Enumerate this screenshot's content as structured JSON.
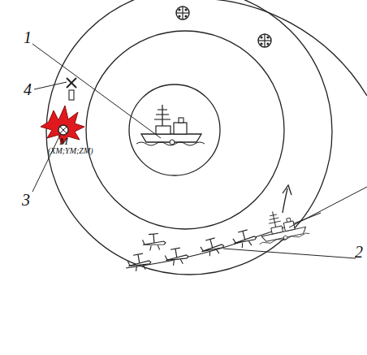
{
  "diagram": {
    "labels": [
      "1",
      "2",
      "3",
      "4",
      "M",
      "(XM;YM;ZM)"
    ]
  }
}
